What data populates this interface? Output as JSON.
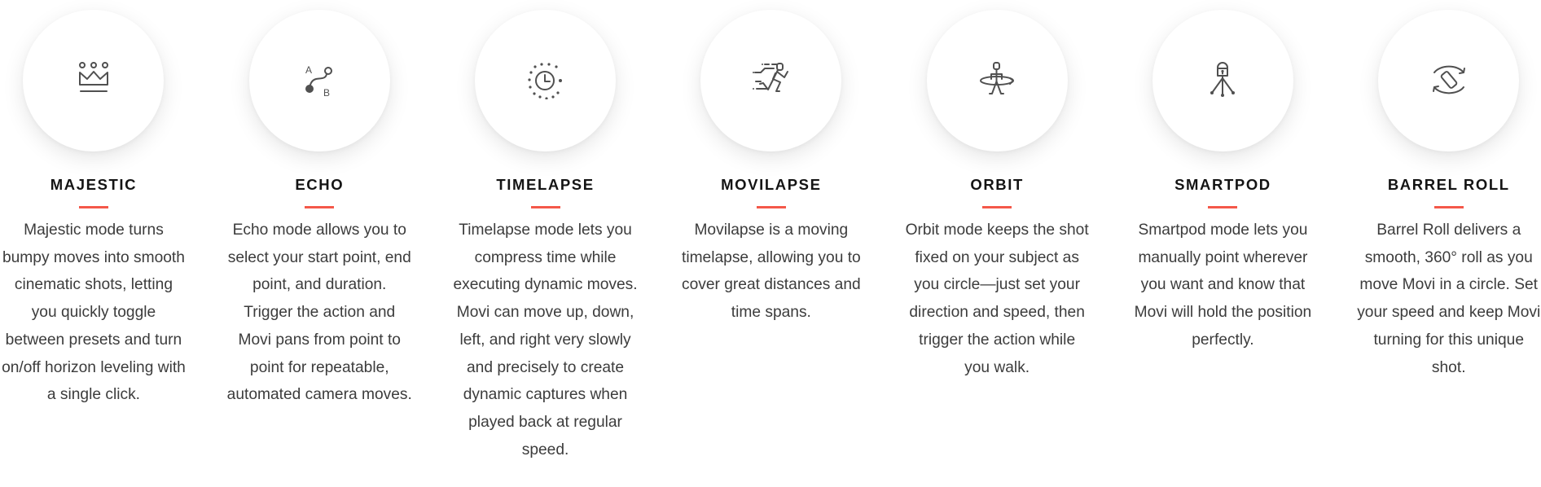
{
  "accent_color": "#f4584a",
  "modes": [
    {
      "icon": "crown-icon",
      "title": "MAJESTIC",
      "description": "Majestic mode turns bumpy moves into smooth cinematic shots, letting you quickly toggle between presets and turn on/off horizon leveling with a single click."
    },
    {
      "icon": "a-to-b-path-icon",
      "icon_labels": {
        "a": "A",
        "b": "B"
      },
      "title": "ECHO",
      "description": "Echo mode allows you to select your start point, end point, and duration. Trigger the action and Movi pans from point to point for repeatable, automated camera moves."
    },
    {
      "icon": "clock-timelapse-icon",
      "title": "TIMELAPSE",
      "description": "Timelapse mode lets you compress time while executing dynamic moves. Movi can move up, down, left, and right very slowly and precisely to create dynamic captures when played back at regular speed."
    },
    {
      "icon": "running-person-icon",
      "title": "MOVILAPSE",
      "description": "Movilapse is a moving timelapse, allowing you to cover great distances and time spans."
    },
    {
      "icon": "orbit-person-icon",
      "title": "ORBIT",
      "description": "Orbit mode keeps the shot fixed on your subject as you circle—just set your direction and speed, then trigger the action while you walk."
    },
    {
      "icon": "tripod-lock-icon",
      "title": "SMARTPOD",
      "description": "Smartpod mode lets you manually point wherever you want and know that Movi will hold the position perfectly."
    },
    {
      "icon": "barrel-roll-rotate-icon",
      "title": "BARREL ROLL",
      "description": "Barrel Roll delivers a smooth, 360° roll as you move Movi in a circle. Set your speed and keep Movi turning for this unique shot."
    }
  ]
}
